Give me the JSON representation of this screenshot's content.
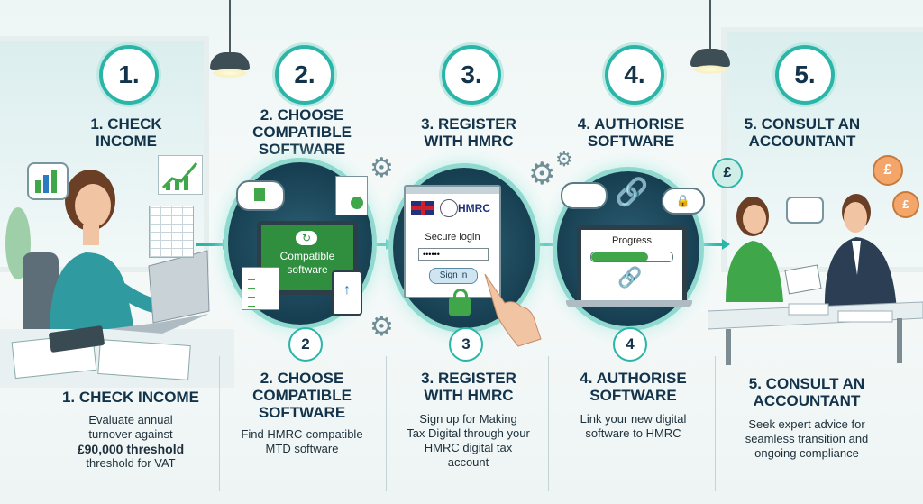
{
  "steps": [
    {
      "num": "1.",
      "title_l1": "1. CHECK",
      "title_l2": "INCOME",
      "title_l3": ""
    },
    {
      "num": "2.",
      "title_l1": "2. CHOOSE",
      "title_l2": "COMPATIBLE",
      "title_l3": "SOFTWARE"
    },
    {
      "num": "3.",
      "title_l1": "3. REGISTER",
      "title_l2": "WITH HMRC",
      "title_l3": ""
    },
    {
      "num": "4.",
      "title_l1": "4. AUTHORISE",
      "title_l2": "SOFTWARE",
      "title_l3": ""
    },
    {
      "num": "5.",
      "title_l1": "5. CONSULT AN",
      "title_l2": "ACCOUNTANT",
      "title_l3": ""
    }
  ],
  "small_numbers": [
    "2",
    "3",
    "4"
  ],
  "screens": {
    "software_l1": "Compatible",
    "software_l2": "software",
    "hmrc_label": "HMRC",
    "secure_login": "Secure login",
    "password_dots": "••••••",
    "sign_in": "Sign in",
    "progress": "Progress",
    "pound_symbol": "£"
  },
  "bottom": [
    {
      "t1": "1. CHECK INCOME",
      "t2": "",
      "t3": "",
      "d1": "Evaluate annual",
      "d2": "turnover against",
      "d3": "£90,000 threshold",
      "d4": "threshold for VAT"
    },
    {
      "t1": "2. CHOOSE",
      "t2": "COMPATIBLE",
      "t3": "SOFTWARE",
      "d1": "Find HMRC-compatible",
      "d2": "MTD software",
      "d3": "",
      "d4": ""
    },
    {
      "t1": "3. REGISTER",
      "t2": "WITH HMRC",
      "t3": "",
      "d1": "Sign up for Making",
      "d2": "Tax Digital through your",
      "d3": "HMRC digital tax",
      "d4": "account"
    },
    {
      "t1": "4. AUTHORISE",
      "t2": "SOFTWARE",
      "t3": "",
      "d1": "Link your new digital",
      "d2": "software to HMRC",
      "d3": "",
      "d4": ""
    },
    {
      "t1": "5. CONSULT AN",
      "t2": "ACCOUNTANT",
      "t3": "",
      "d1": "Seek expert advice for",
      "d2": "seamless transition and",
      "d3": "ongoing compliance",
      "d4": ""
    }
  ],
  "colors": {
    "teal": "#2bb5a8",
    "navy": "#13334a",
    "green": "#3fa64a"
  }
}
